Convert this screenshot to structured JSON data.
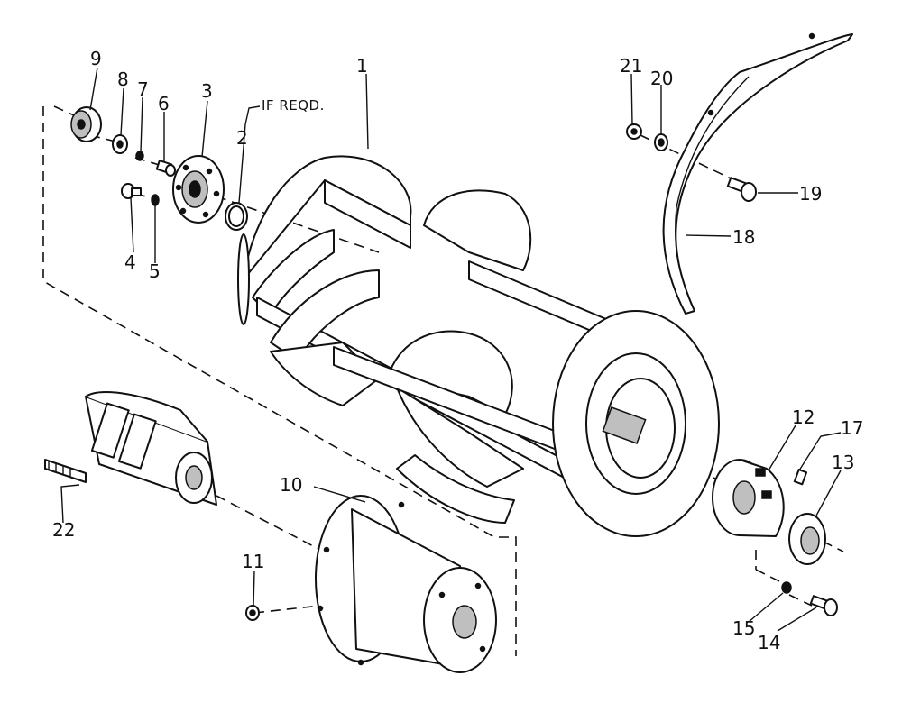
{
  "diagram": {
    "note": "IF REQD.",
    "callouts": [
      "1",
      "2",
      "3",
      "4",
      "5",
      "6",
      "7",
      "8",
      "9",
      "10",
      "11",
      "12",
      "13",
      "14",
      "15",
      "17",
      "18",
      "19",
      "20",
      "21",
      "22"
    ]
  }
}
